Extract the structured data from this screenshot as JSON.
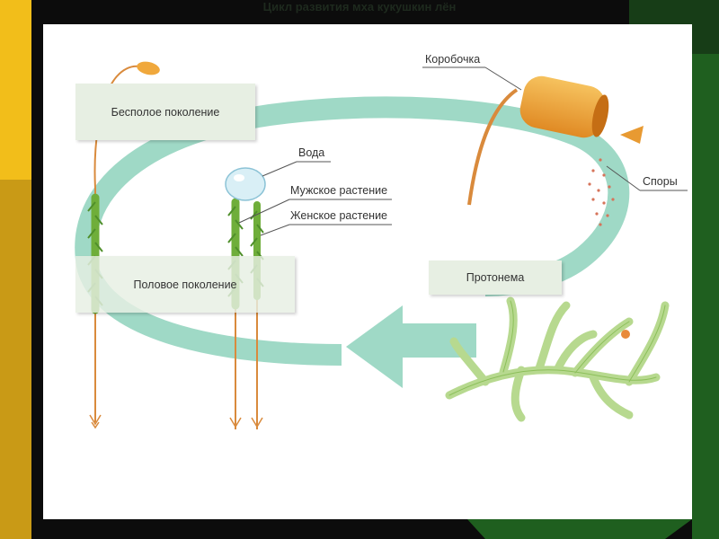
{
  "slide": {
    "title": "Цикл развития мха кукушкин лён"
  },
  "boxes": {
    "asexual": "Бесполое поколение",
    "sexual": "Половое поколение",
    "protonema": "Протонема"
  },
  "labels": {
    "capsule": "Коробочка",
    "spores": "Споры",
    "water": "Вода",
    "male_plant": "Мужское растение",
    "female_plant": "Женское растение"
  },
  "colors": {
    "cycle_arrow": "#9fd9c6",
    "plant_green": "#6fae3a",
    "stalk_orange": "#d98a3c",
    "protonema": "#b7d98f",
    "capsule": "#f0a83c",
    "accent_yellow": "#f2be1a",
    "frame_green": "#1f5f1f"
  }
}
